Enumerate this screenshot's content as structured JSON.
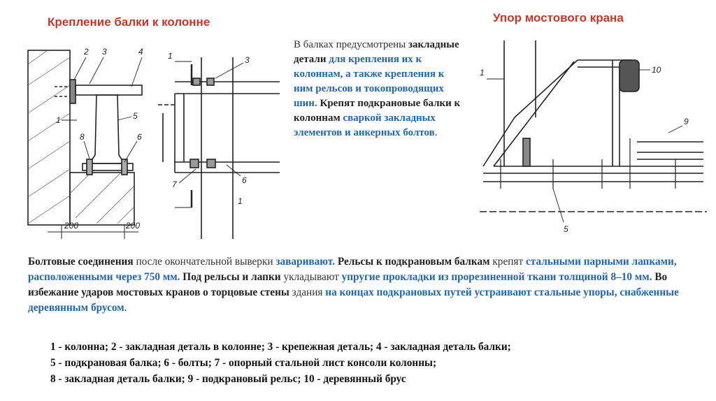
{
  "titles": {
    "left": "Крепление балки к колонне",
    "right": "Упор мостового крана"
  },
  "middle_text": [
    {
      "t": "В балках предусмотрены",
      "s": "plain"
    },
    {
      "t": "закладные детали",
      "s": "b"
    },
    {
      "t": " для",
      "s": "blue"
    },
    {
      "t": "крепления их к колоннам, а также крепления к ним рельсов и токопроводящих шин.",
      "s": "blue"
    },
    {
      "t": "Крепят подкрановые балки к колоннам",
      "s": "b"
    },
    {
      "t": "сваркой закладных элементов и анкерных болтов",
      "s": "blue"
    },
    {
      "t": ".",
      "s": "plain"
    }
  ],
  "bottom_text": [
    {
      "t": "Болтовые соединения",
      "s": "b"
    },
    {
      "t": " после окончательной выверки ",
      "s": "plain"
    },
    {
      "t": "заваривают.",
      "s": "blue"
    },
    {
      "t": " Рельсы к подкрановым балкам",
      "s": "b"
    },
    {
      "t": " крепят ",
      "s": "plain"
    },
    {
      "t": "стальными парными лапками, расположенными через 750 мм.",
      "s": "blue"
    },
    {
      "t": " Под рельсы и лапки",
      "s": "b"
    },
    {
      "t": " укладывают ",
      "s": "plain"
    },
    {
      "t": "упругие прокладки из прорезиненной ткани толщиной 8–10 мм.",
      "s": "blue"
    },
    {
      "t": " Во избежание ударов мостовых кранов о торцовые стены",
      "s": "b"
    },
    {
      "t": " здания ",
      "s": "plain"
    },
    {
      "t": "на концах подкрановых путей устраивают стальные упоры, снабженные деревянным брусом",
      "s": "blue"
    },
    {
      "t": ".",
      "s": "plain"
    }
  ],
  "legend": [
    "1 - колонна; 2 - закладная деталь в колонне; 3 - крепежная деталь; 4 - закладная деталь балки;",
    "5 - подкрановая балка; 6 - болты; 7 - опорный стальной лист консоли колонны;",
    "8 - закладная деталь балки; 9 - подкрановый рельс; 10 - деревянный брус"
  ],
  "drawing_left": {
    "callouts": [
      "2",
      "3",
      "4",
      "1",
      "5",
      "6",
      "8",
      "1",
      "3",
      "7",
      "6",
      "1"
    ],
    "dimensions": [
      "200",
      "200"
    ]
  },
  "drawing_right": {
    "callouts": [
      "1",
      "10",
      "9",
      "5"
    ]
  },
  "colors": {
    "title": "#c0392b",
    "emphasis_blue": "#2066b0",
    "text": "#222222"
  }
}
